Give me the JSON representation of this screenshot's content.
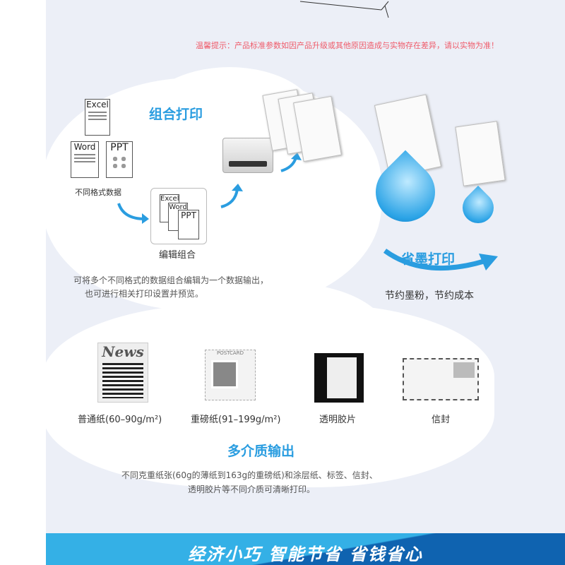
{
  "notice": "温馨提示：产品标准参数如因产品升级或其他原因造成与实物存在差异，请以实物为准！",
  "combo": {
    "title": "组合打印",
    "formats_label": "不同格式数据",
    "doc_excel": "Excel",
    "doc_word": "Word",
    "doc_ppt": "PPT",
    "edit_label": "编辑组合",
    "desc_line1": "可将多个不同格式的数据组合编辑为一个数据输出，",
    "desc_line2": "也可进行相关打印设置并预览。"
  },
  "save_ink": {
    "title": "省墨打印",
    "subtitle": "节约墨粉，节约成本"
  },
  "media": {
    "title": "多介质输出",
    "items": [
      {
        "label": "普通纸(60–90g/m²)",
        "icon_text": "News"
      },
      {
        "label": "重磅纸(91–199g/m²)",
        "icon_text": "POSTCARD"
      },
      {
        "label": "透明胶片"
      },
      {
        "label": "信封"
      }
    ],
    "desc_line1": "不同克重纸张(60g的薄纸到163g的重磅纸)和涂层纸、标签、信封、",
    "desc_line2": "透明胶片等不同介质可清晰打印。"
  },
  "banner": "经济小巧  智能节省  省钱省心",
  "colors": {
    "accent": "#2a9de0",
    "notice": "#ef5b6a",
    "banner": "#34b0e6"
  }
}
